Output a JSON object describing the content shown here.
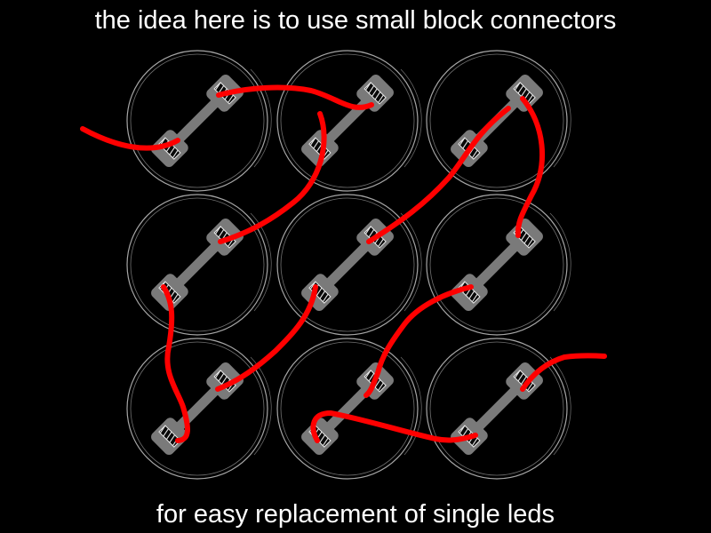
{
  "captions": {
    "top": "the idea here is to use small block connectors",
    "bottom": "for easy replacement of single leds"
  },
  "colors": {
    "background": "#000000",
    "led_outline": "#d0d0d0",
    "connector_body": "#7a7a7a",
    "wire": "#ff0000",
    "text": "#ffffff"
  },
  "grid": {
    "rows": 3,
    "columns": 3,
    "connectors_per_led": 2
  }
}
